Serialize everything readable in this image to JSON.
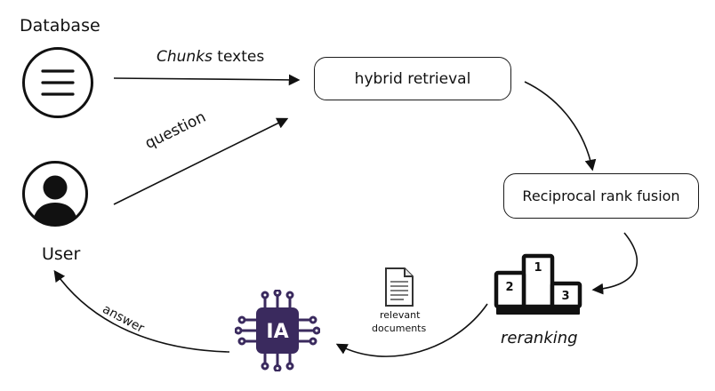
{
  "labels": {
    "database": "Database",
    "user": "User",
    "chunks_italic": "Chunks",
    "chunks_rest": " textes",
    "question": "question",
    "hybrid_retrieval": "hybrid retrieval",
    "reciprocal_rank_fusion": "Reciprocal rank fusion",
    "reranking": "reranking",
    "relevant_documents_line1": "relevant",
    "relevant_documents_line2": "documents",
    "answer": "answer",
    "ia": "IA"
  },
  "colors": {
    "ink": "#111111",
    "chip": "#3a2a5e",
    "paper": "#ffffff"
  },
  "icons": {
    "database": "menu-lines-icon",
    "user": "user-icon",
    "document": "document-icon",
    "podium": "podium-icon",
    "ai_chip": "ai-chip-icon"
  }
}
